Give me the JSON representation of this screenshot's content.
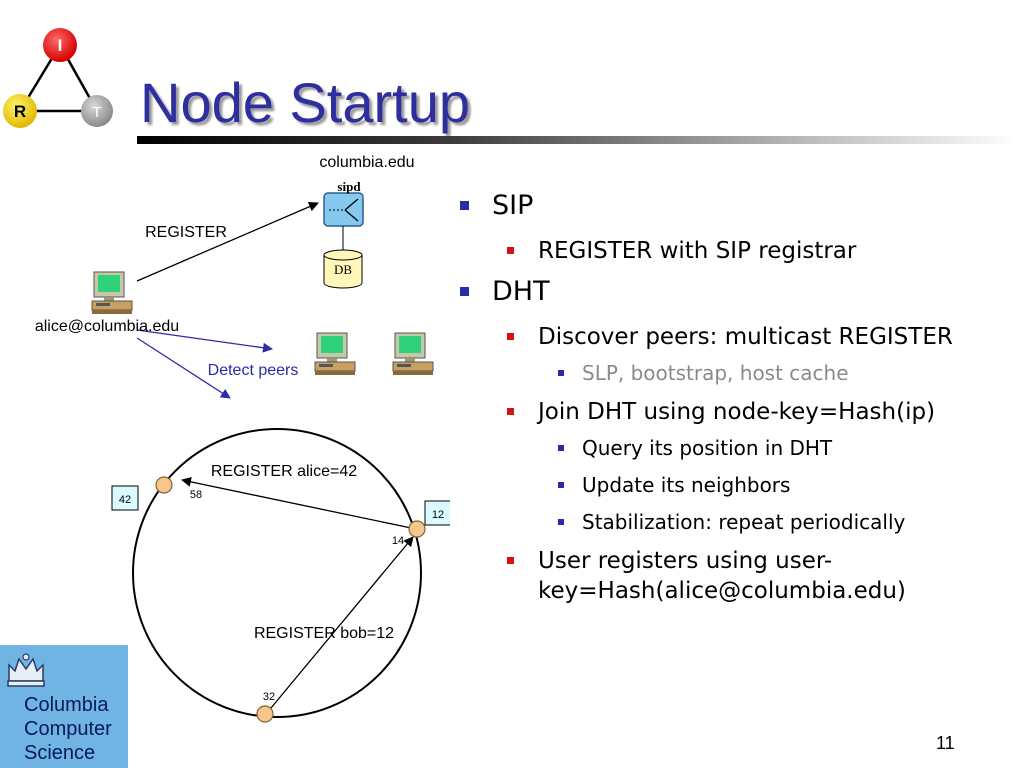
{
  "slide": {
    "title": "Node Startup",
    "number": "11"
  },
  "logo_irt": {
    "top": "I",
    "left": "R",
    "right": "T"
  },
  "logo_columbia": {
    "text": "Columbia\nComputer\nScience"
  },
  "diagram": {
    "server_domain": "columbia.edu",
    "server_name": "sipd",
    "db_label": "DB",
    "register_label": "REGISTER",
    "user_label": "alice@columbia.edu",
    "detect_label": "Detect peers",
    "ring": {
      "register_alice": "REGISTER alice=42",
      "register_bob": "REGISTER bob=12",
      "box_42": "42",
      "box_12": "12",
      "node_58": "58",
      "node_14": "14",
      "node_32": "32"
    }
  },
  "bullets": [
    {
      "level": 1,
      "text": "SIP"
    },
    {
      "level": 2,
      "text": "REGISTER with SIP registrar"
    },
    {
      "level": 1,
      "text": "DHT"
    },
    {
      "level": 2,
      "text": "Discover peers: multicast REGISTER"
    },
    {
      "level": 3,
      "text": "SLP, bootstrap, host cache",
      "muted": true
    },
    {
      "level": 2,
      "text": "Join DHT using node-key=Hash(ip)"
    },
    {
      "level": 3,
      "text": "Query its position in DHT"
    },
    {
      "level": 3,
      "text": "Update its neighbors"
    },
    {
      "level": 3,
      "text": "Stabilization: repeat periodically"
    },
    {
      "level": 2,
      "text": "User registers using user-key=Hash(alice@columbia.edu)"
    }
  ],
  "colors": {
    "title": "#2e2e9e",
    "bullet_l1": "#2b2ba8",
    "bullet_l2": "#d41414",
    "arrow_blue": "#2b2ba8",
    "node_fill": "#f7c58e",
    "box_fill": "#d9fbff",
    "logo_bg": "#6fb4e2"
  }
}
